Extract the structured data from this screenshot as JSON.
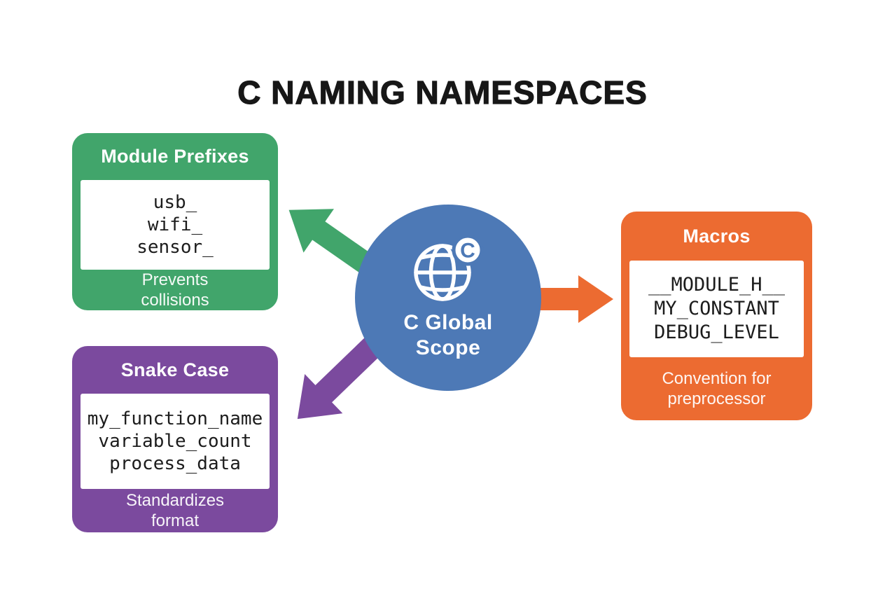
{
  "title": "C NAMING NAMESPACES",
  "colors": {
    "green": "#41a56b",
    "purple": "#7b4a9e",
    "orange": "#ec6b31",
    "blue": "#4d79b6",
    "ink": "#171717",
    "code": "#1c1c1c"
  },
  "center": {
    "label_line1": "C Global",
    "label_line2": "Scope",
    "badge_letter": "C",
    "icon": "globe-icon"
  },
  "boxes": [
    {
      "id": "module-prefixes",
      "title": "Module Prefixes",
      "items": [
        "usb_",
        "wifi_",
        "sensor_"
      ],
      "caption": "Prevents collisions",
      "color": "#41a56b"
    },
    {
      "id": "snake-case",
      "title": "Snake Case",
      "items": [
        "my_function_name",
        "variable_count",
        "process_data"
      ],
      "caption": "Standardizes format",
      "color": "#7b4a9e"
    },
    {
      "id": "macros",
      "title": "Macros",
      "items": [
        "__MODULE_H__",
        "MY_CONSTANT",
        "DEBUG_LEVEL"
      ],
      "caption": "Convention for preprocessor",
      "color": "#ec6b31"
    }
  ]
}
